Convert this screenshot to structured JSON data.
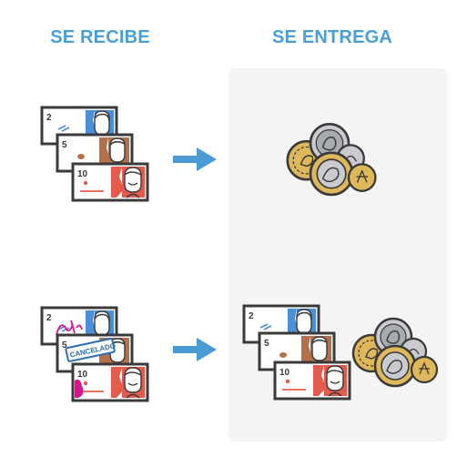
{
  "headings": {
    "receive": "SE RECIBE",
    "deliver": "SE ENTREGA"
  },
  "notes": {
    "two": "2",
    "five": "5",
    "ten": "10"
  },
  "stamp": {
    "text": "CANCELADO"
  },
  "colors": {
    "heading": "#4b9fd8",
    "arrow": "#4a9ad6",
    "panel": "#f4f4f5",
    "note2": "#4a90d9",
    "note5": "#b5704a",
    "note10": "#e45b4d",
    "coin_gold": "#e0b85c",
    "coin_silver": "#c9cbcf",
    "graffiti": "#d6178a"
  },
  "icons": [
    "banknote-icon",
    "coin-icon",
    "arrow-right-icon",
    "stamp-icon",
    "graffiti-icon"
  ]
}
